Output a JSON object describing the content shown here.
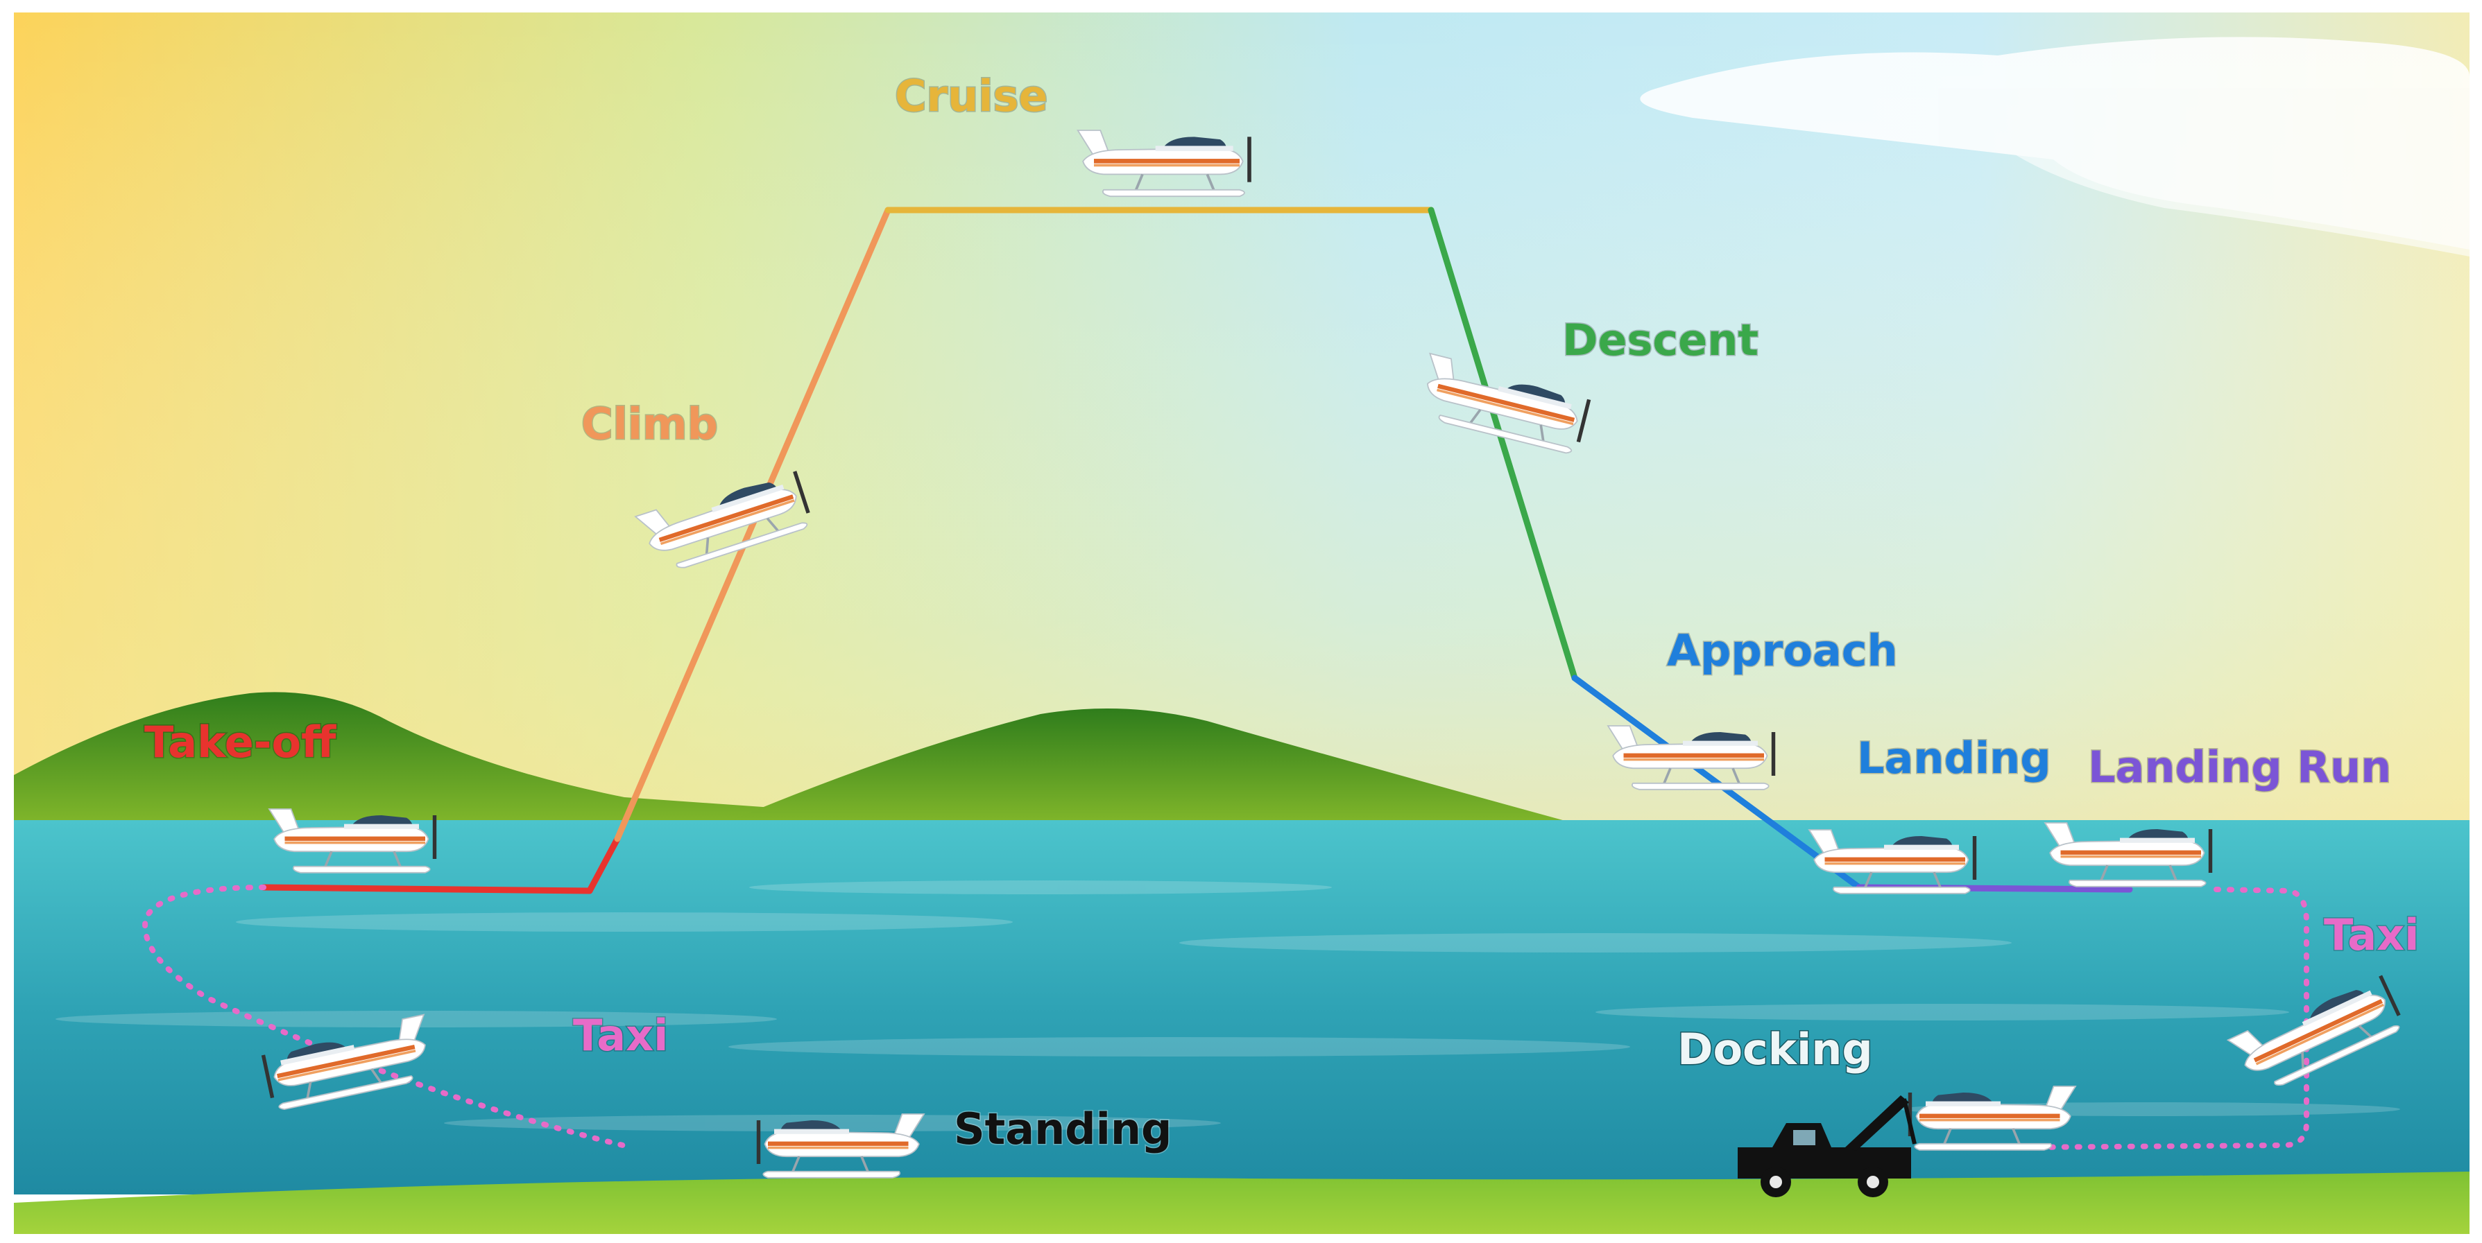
{
  "diagram": {
    "phases": [
      {
        "id": "takeoff",
        "label": "Take-off",
        "color": "#e8332e"
      },
      {
        "id": "climb",
        "label": "Climb",
        "color": "#f0975a"
      },
      {
        "id": "cruise",
        "label": "Cruise",
        "color": "#e6b53a"
      },
      {
        "id": "descent",
        "label": "Descent",
        "color": "#3aa84a"
      },
      {
        "id": "approach",
        "label": "Approach",
        "color": "#1f7fdc"
      },
      {
        "id": "landing",
        "label": "Landing",
        "color": "#1f7fdc"
      },
      {
        "id": "landing_run",
        "label": "Landing Run",
        "color": "#7b55d6"
      },
      {
        "id": "taxi_in",
        "label": "Taxi",
        "color": "#e76bc8"
      },
      {
        "id": "docking",
        "label": "Docking",
        "color": "#eef6f7"
      },
      {
        "id": "standing",
        "label": "Standing",
        "color": "#111111"
      },
      {
        "id": "taxi_out",
        "label": "Taxi",
        "color": "#e76bc8"
      }
    ]
  }
}
